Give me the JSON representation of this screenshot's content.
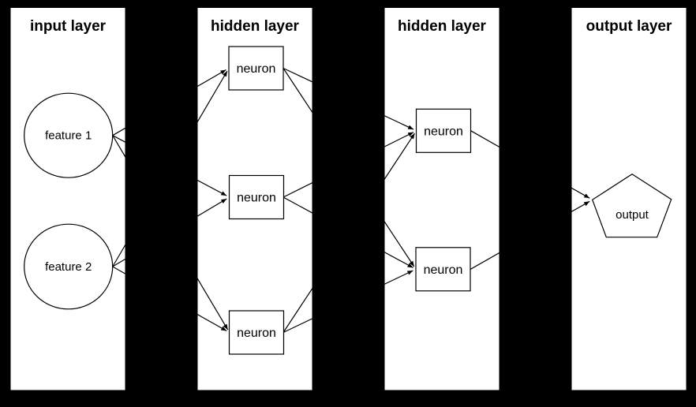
{
  "diagram": {
    "type": "neural-network-architecture",
    "network_shape": [
      2,
      3,
      2,
      1
    ],
    "colors": {
      "background": "#000000",
      "panel": "#ffffff",
      "stroke": "#000000",
      "text": "#000000"
    },
    "layers": [
      {
        "title": "input layer",
        "nodes": [
          {
            "label": "feature 1",
            "shape": "circle"
          },
          {
            "label": "feature 2",
            "shape": "circle"
          }
        ]
      },
      {
        "title": "hidden layer",
        "nodes": [
          {
            "label": "neuron",
            "shape": "rect"
          },
          {
            "label": "neuron",
            "shape": "rect"
          },
          {
            "label": "neuron",
            "shape": "rect"
          }
        ]
      },
      {
        "title": "hidden layer",
        "nodes": [
          {
            "label": "neuron",
            "shape": "rect"
          },
          {
            "label": "neuron",
            "shape": "rect"
          }
        ]
      },
      {
        "title": "output layer",
        "nodes": [
          {
            "label": "output",
            "shape": "pentagon"
          }
        ]
      }
    ],
    "connections": [
      {
        "from_layer": 0,
        "from_node": 0,
        "to_layer": 1,
        "to_node": 0
      },
      {
        "from_layer": 0,
        "from_node": 0,
        "to_layer": 1,
        "to_node": 1
      },
      {
        "from_layer": 0,
        "from_node": 0,
        "to_layer": 1,
        "to_node": 2
      },
      {
        "from_layer": 0,
        "from_node": 1,
        "to_layer": 1,
        "to_node": 0
      },
      {
        "from_layer": 0,
        "from_node": 1,
        "to_layer": 1,
        "to_node": 1
      },
      {
        "from_layer": 0,
        "from_node": 1,
        "to_layer": 1,
        "to_node": 2
      },
      {
        "from_layer": 1,
        "from_node": 0,
        "to_layer": 2,
        "to_node": 0
      },
      {
        "from_layer": 1,
        "from_node": 0,
        "to_layer": 2,
        "to_node": 1
      },
      {
        "from_layer": 1,
        "from_node": 1,
        "to_layer": 2,
        "to_node": 0
      },
      {
        "from_layer": 1,
        "from_node": 1,
        "to_layer": 2,
        "to_node": 1
      },
      {
        "from_layer": 1,
        "from_node": 2,
        "to_layer": 2,
        "to_node": 0
      },
      {
        "from_layer": 1,
        "from_node": 2,
        "to_layer": 2,
        "to_node": 1
      },
      {
        "from_layer": 2,
        "from_node": 0,
        "to_layer": 3,
        "to_node": 0
      },
      {
        "from_layer": 2,
        "from_node": 1,
        "to_layer": 3,
        "to_node": 0
      }
    ]
  }
}
